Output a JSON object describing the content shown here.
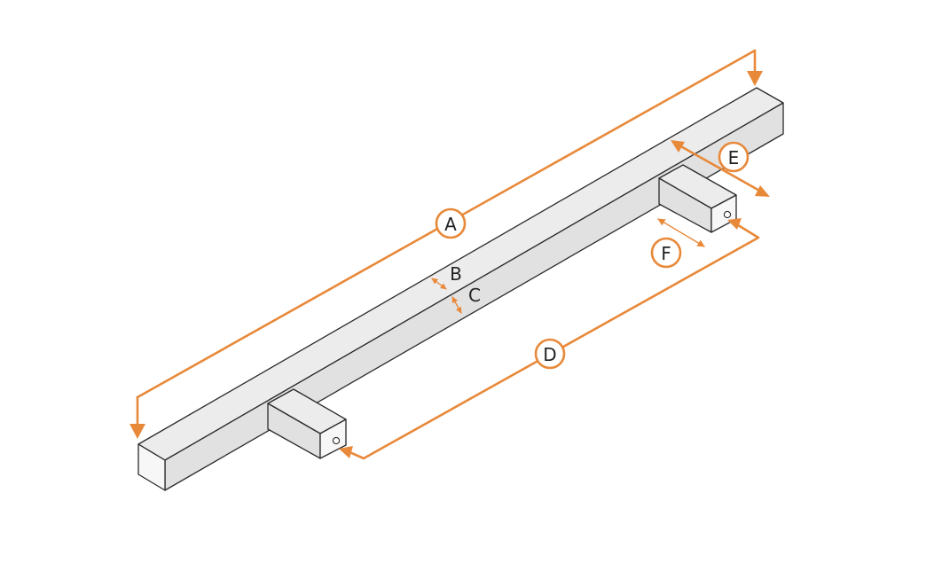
{
  "diagram": {
    "accent_color": "#e8893a",
    "subject": "bar-handle-with-two-standoff-posts",
    "dimension_labels": {
      "A": "A",
      "B": "B",
      "C": "C",
      "D": "D",
      "E": "E",
      "F": "F"
    }
  }
}
